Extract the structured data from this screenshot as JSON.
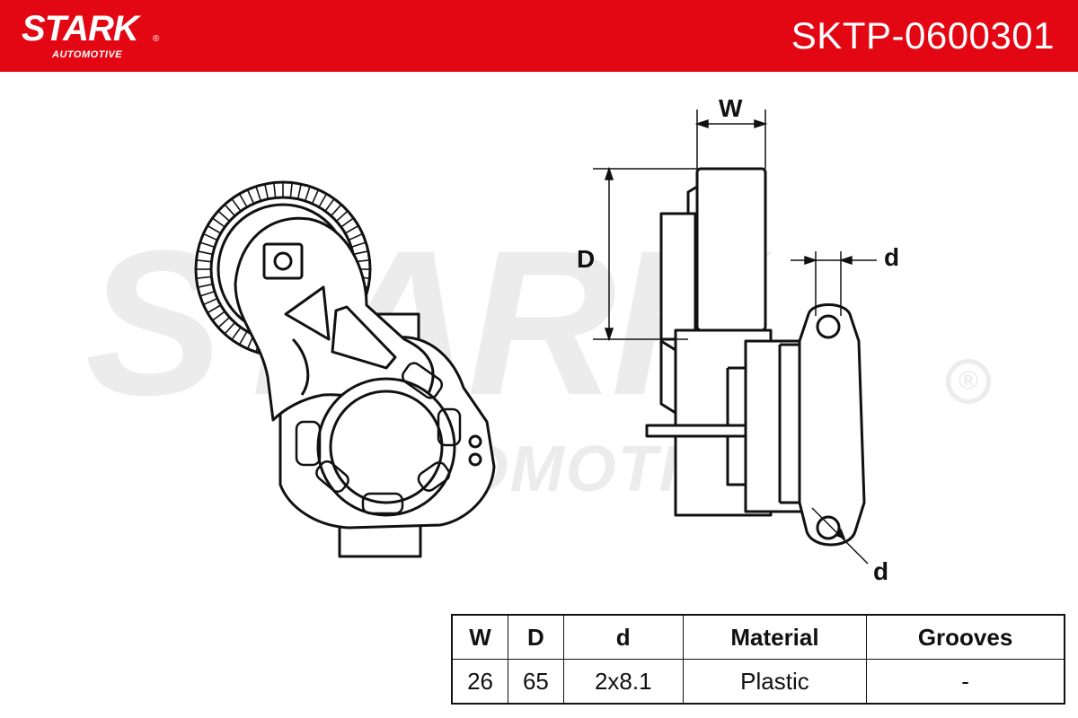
{
  "header": {
    "brand": "STARK",
    "brand_sub": "AUTOMOTIVE",
    "registered": "®",
    "part_number": "SKTP-0600301",
    "background_color": "#e30613"
  },
  "watermark": {
    "brand": "STARK",
    "sub": "AUTOMOTIVE",
    "registered": "®"
  },
  "dimension_labels": {
    "width": "W",
    "depth": "D",
    "diameter_top": "d",
    "diameter_bottom": "d"
  },
  "spec_table": {
    "headers": [
      "W",
      "D",
      "d",
      "Material",
      "Grooves"
    ],
    "values": [
      "26",
      "65",
      "2x8.1",
      "Plastic",
      "-"
    ]
  }
}
